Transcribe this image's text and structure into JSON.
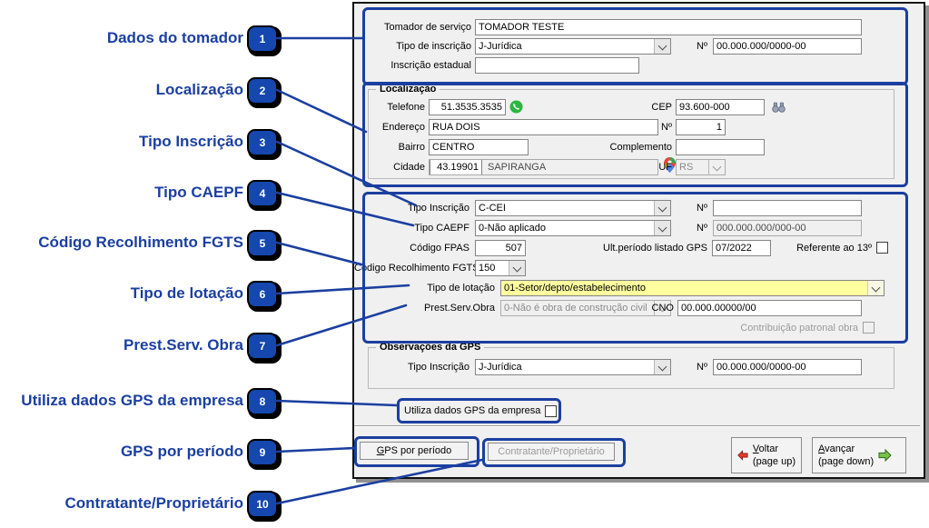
{
  "colors": {
    "annotation_blue": "#1b3fa0",
    "highlight_yellow": "#ffffa0",
    "whatsapp_green": "#2bb741",
    "back_arrow_red": "#e23b2e",
    "forward_arrow_green": "#79c14a"
  },
  "annotations": {
    "items": [
      {
        "num": "1",
        "label": "Dados do tomador"
      },
      {
        "num": "2",
        "label": "Localização"
      },
      {
        "num": "3",
        "label": "Tipo Inscrição"
      },
      {
        "num": "4",
        "label": "Tipo CAEPF"
      },
      {
        "num": "5",
        "label": "Código Recolhimento FGTS"
      },
      {
        "num": "6",
        "label": "Tipo de lotação"
      },
      {
        "num": "7",
        "label": "Prest.Serv. Obra"
      },
      {
        "num": "8",
        "label": "Utiliza dados GPS da empresa"
      },
      {
        "num": "9",
        "label": "GPS por período"
      },
      {
        "num": "10",
        "label": "Contratante/Proprietário"
      }
    ]
  },
  "tomador": {
    "tomador_label": "Tomador de serviço",
    "tomador_value": "TOMADOR TESTE",
    "tipo_inscricao_label": "Tipo de inscrição",
    "tipo_inscricao_value": "J-Jurídica",
    "numero_label": "Nº",
    "numero_value": "00.000.000/0000-00",
    "inscricao_estadual_label": "Inscrição estadual",
    "inscricao_estadual_value": ""
  },
  "localizacao": {
    "legend": "Localização",
    "telefone_label": "Telefone",
    "telefone_value": "51.3535.3535",
    "cep_label": "CEP",
    "cep_value": "93.600-000",
    "endereco_label": "Endereço",
    "endereco_value": "RUA DOIS",
    "numero_label": "Nº",
    "numero_value": "1",
    "bairro_label": "Bairro",
    "bairro_value": "CENTRO",
    "complemento_label": "Complemento",
    "complemento_value": "",
    "cidade_label": "Cidade",
    "cidade_codigo": "43.19901",
    "cidade_nome": "SAPIRANGA",
    "uf_label": "UF",
    "uf_value": "RS"
  },
  "inscricao": {
    "tipo_inscricao_label": "Tipo Inscrição",
    "tipo_inscricao_value": "C-CEI",
    "numero1_label": "Nº",
    "numero1_value": "",
    "tipo_caepf_label": "Tipo CAEPF",
    "tipo_caepf_value": "0-Não aplicado",
    "numero2_label": "Nº",
    "numero2_value": "000.000.000/000-00",
    "codigo_fpas_label": "Código FPAS",
    "codigo_fpas_value": "507",
    "ult_periodo_label": "Ult.período listado GPS",
    "ult_periodo_value": "07/2022",
    "referente_13_label": "Referente ao 13º",
    "fgts_label": "Código Recolhimento FGTS",
    "fgts_value": "150",
    "lotacao_label": "Tipo de lotação",
    "lotacao_value": "01-Setor/depto/estabelecimento",
    "obra_label": "Prest.Serv.Obra",
    "obra_value": "0-Não é obra de construção civil",
    "cno_label": "CNO",
    "cno_value": "00.000.00000/00",
    "contribuicao_label": "Contribuição patronal obra"
  },
  "observacoes": {
    "legend": "Observações da GPS",
    "tipo_inscricao_label": "Tipo Inscrição",
    "tipo_inscricao_value": "J-Jurídica",
    "numero_label": "Nº",
    "numero_value": "00.000.000/0000-00"
  },
  "gps_empresa": {
    "label": "Utiliza dados GPS da empresa"
  },
  "buttons": {
    "gps_periodo_initial": "G",
    "gps_periodo_rest": "PS por período",
    "contratante": "Contratante/Proprietário",
    "voltar_initial": "V",
    "voltar_rest": "oltar",
    "voltar_sub": "(page up)",
    "avancar_initial": "A",
    "avancar_rest": "vançar",
    "avancar_sub": "(page down)"
  }
}
